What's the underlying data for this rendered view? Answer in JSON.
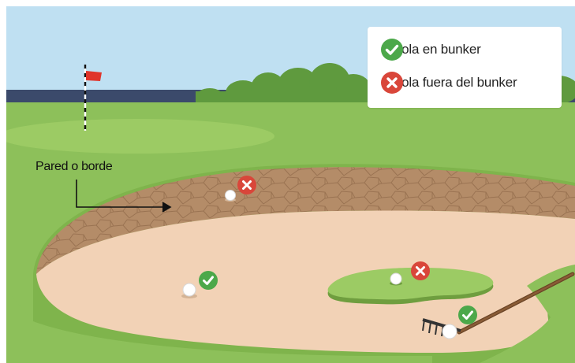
{
  "legend": {
    "in_bunker": {
      "label": "Bola en bunker",
      "icon": "check-icon",
      "color": "#4ca84a"
    },
    "out_bunker": {
      "label": "Bola fuera del bunker",
      "icon": "cross-icon",
      "color": "#d9463a"
    }
  },
  "annotation": {
    "wall_label": "Pared o borde"
  },
  "colors": {
    "sky": "#bfe0f2",
    "fairway": "#8dc05a",
    "green": "#9ccb64",
    "sand": "#f2d2b6",
    "wall": "#b8906c",
    "flag": "#e0352b",
    "water": "#3b4a6b"
  }
}
